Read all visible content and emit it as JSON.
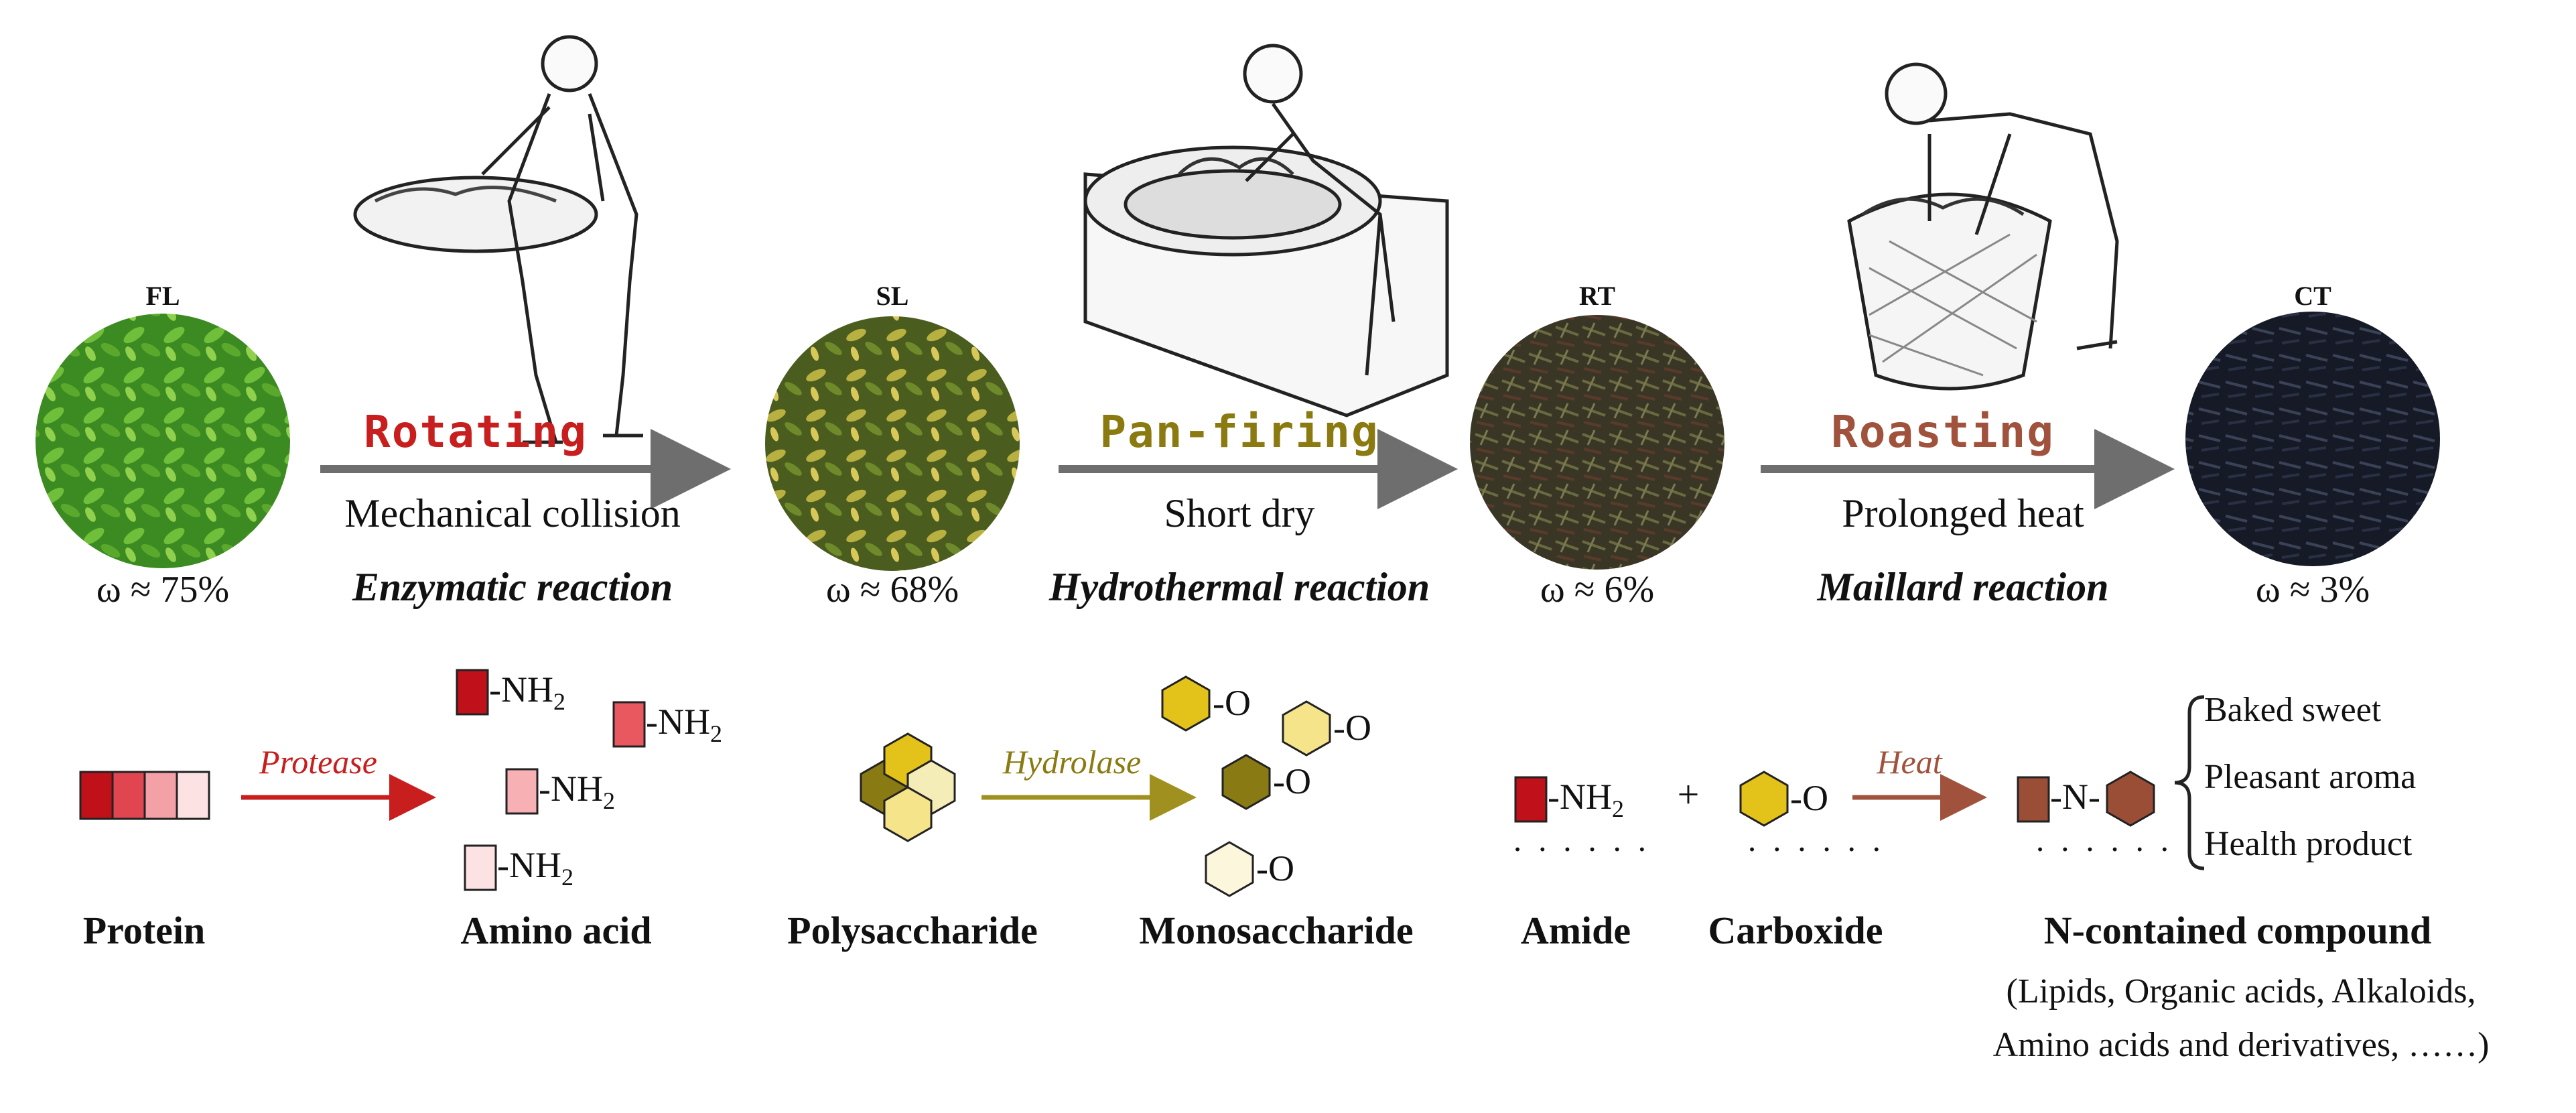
{
  "stages": [
    {
      "id": "FL",
      "label": "FL",
      "moisture": "ω ≈ 75%",
      "color": "#3f8f2a"
    },
    {
      "id": "SL",
      "label": "SL",
      "moisture": "ω ≈ 68%",
      "color": "#7a8a2e"
    },
    {
      "id": "RT",
      "label": "RT",
      "moisture": "ω ≈ 6%",
      "color": "#4a4a30"
    },
    {
      "id": "CT",
      "label": "CT",
      "moisture": "ω ≈ 3%",
      "color": "#1c2030"
    }
  ],
  "processes": [
    {
      "step": "Rotating",
      "description": "Mechanical collision",
      "reaction": "Enzymatic reaction",
      "color": "#c81e1e"
    },
    {
      "step": "Pan-firing",
      "description": "Short dry",
      "reaction": "Hydrothermal reaction",
      "color": "#8a7a10"
    },
    {
      "step": "Roasting",
      "description": "Prolonged heat",
      "reaction": "Maillard reaction",
      "color": "#a0523c"
    }
  ],
  "chemistry": {
    "protein": "Protein",
    "amino_acid": "Amino acid",
    "protease": "Protease",
    "nh2": "-NH",
    "nh2_sub": "2",
    "polysaccharide": "Polysaccharide",
    "monosaccharide": "Monosaccharide",
    "hydrolase": "Hydrolase",
    "oxo": "O",
    "amide": "Amide",
    "carboxide": "Carboxide",
    "plus": "+",
    "heat": "Heat",
    "n_label": "-N-",
    "n_compound": "N-contained compound",
    "dots": "· · · · · ·",
    "outcomes": [
      "Baked sweet",
      "Pleasant aroma",
      "Health product"
    ],
    "compound_note_line1": "(Lipids, Organic acids, Alkaloids,",
    "compound_note_line2": "Amino acids and derivatives, ……)"
  },
  "colors": {
    "protein_red": "#c0101a",
    "sugar_yellow": "#e3c21a",
    "sugar_olive": "#8a7a14",
    "maillard_brown": "#9a4e36",
    "arrow_gray": "#6e6e6e"
  }
}
